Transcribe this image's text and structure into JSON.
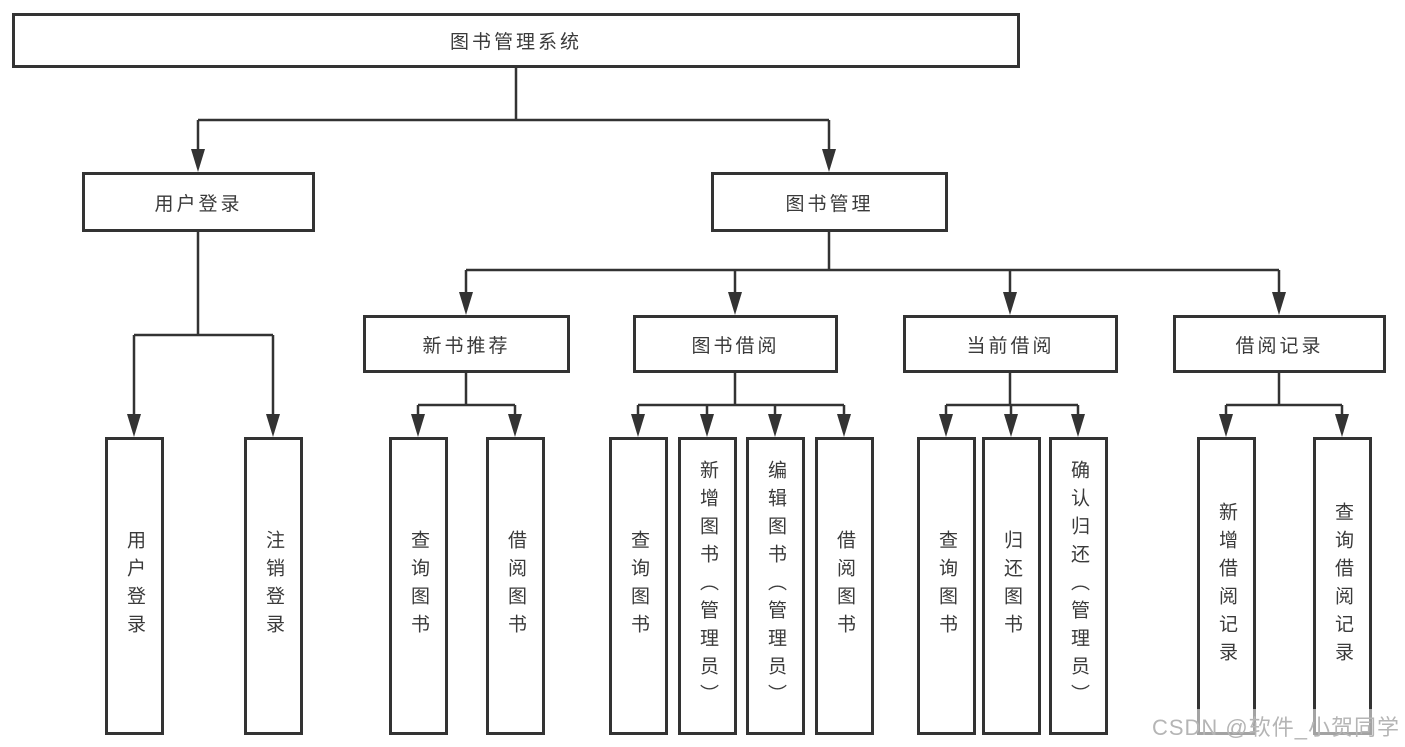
{
  "colors": {
    "line": "#333333",
    "box_border": "#333333",
    "text": "#3a3a3a",
    "watermark_text": "#b5b5b5"
  },
  "root": {
    "label": "图书管理系统"
  },
  "level2": {
    "user_login": {
      "label": "用户登录"
    },
    "book_mgmt": {
      "label": "图书管理"
    }
  },
  "level3": {
    "new_books": {
      "label": "新书推荐"
    },
    "book_borrow": {
      "label": "图书借阅"
    },
    "current_borrow": {
      "label": "当前借阅"
    },
    "borrow_records": {
      "label": "借阅记录"
    }
  },
  "leaves": {
    "user_login": [
      "用户登录",
      "注销登录"
    ],
    "new_books": [
      "查询图书",
      "借阅图书"
    ],
    "book_borrow": [
      "查询图书",
      "新增图书（管理员）",
      "编辑图书（管理员）",
      "借阅图书"
    ],
    "current_borrow": [
      "查询图书",
      "归还图书",
      "确认归还（管理员）"
    ],
    "borrow_records": [
      "新增借阅记录",
      "查询借阅记录"
    ]
  },
  "watermark": "CSDN @软件_小贺同学"
}
